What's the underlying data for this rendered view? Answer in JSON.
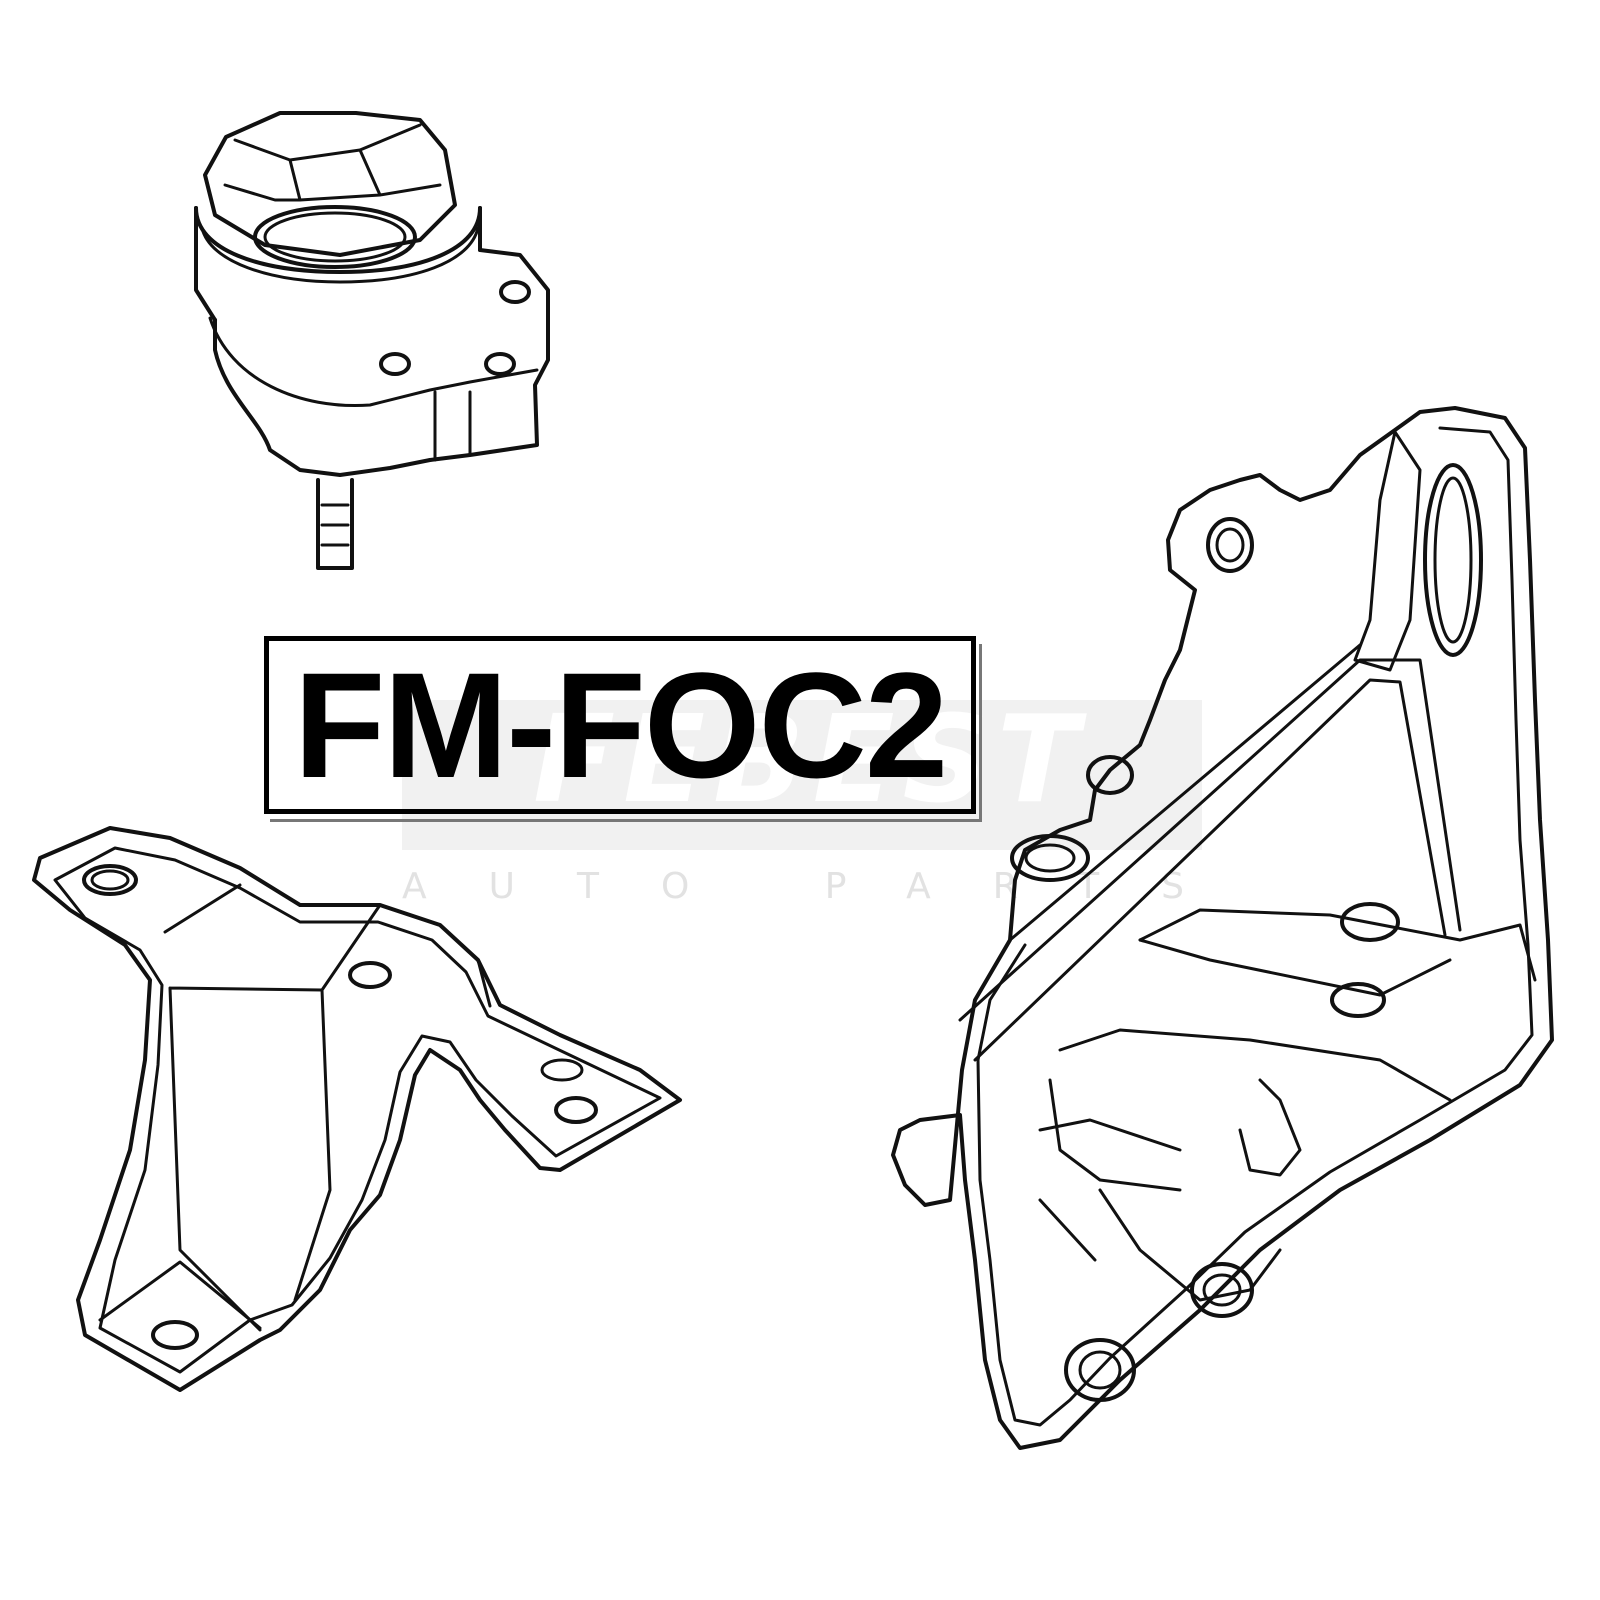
{
  "part_number": "FM-FOC2",
  "watermark": {
    "brand": "FEBEST",
    "tagline": "AUTO PARTS"
  },
  "colors": {
    "line": "#111111",
    "background": "#ffffff",
    "watermark": "#f1f1f1"
  },
  "parts": [
    {
      "icon": "engine-mount-rubber-bushing-icon"
    },
    {
      "icon": "mounting-bracket-icon"
    },
    {
      "icon": "engine-support-bracket-icon"
    }
  ]
}
